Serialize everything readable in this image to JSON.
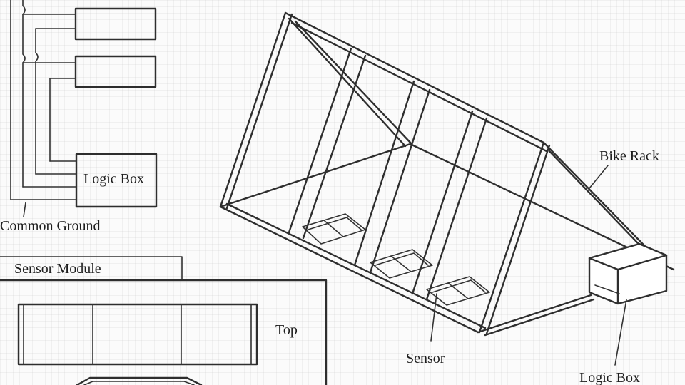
{
  "labels": {
    "logic_box_schematic": "Logic Box",
    "common_ground": "Common Ground",
    "sensor_module": "Sensor Module",
    "top": "Top",
    "bike_rack": "Bike Rack",
    "sensor": "Sensor",
    "logic_box_rack": "Logic Box"
  }
}
